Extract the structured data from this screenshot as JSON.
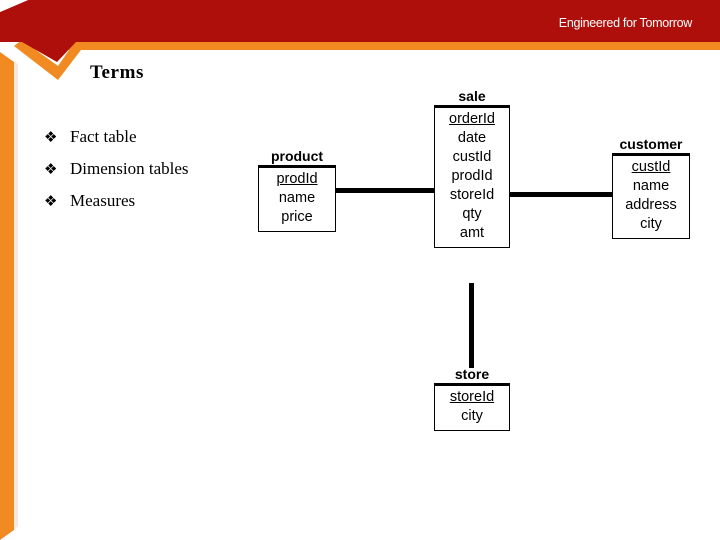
{
  "header": {
    "tagline": "Engineered for Tomorrow",
    "banner_color": "#AE0F0A",
    "accent_color": "#F18A21"
  },
  "title": "Terms",
  "bullets": [
    {
      "marker": "❖",
      "label": "Fact table"
    },
    {
      "marker": "❖",
      "label": "Dimension tables"
    },
    {
      "marker": "❖",
      "label": "Measures"
    }
  ],
  "diagram": {
    "type": "star-schema",
    "tables": [
      {
        "name": "product",
        "fields": [
          {
            "label": "prodId",
            "key": true
          },
          {
            "label": "name",
            "key": false
          },
          {
            "label": "price",
            "key": false
          }
        ]
      },
      {
        "name": "sale",
        "fields": [
          {
            "label": "orderId",
            "key": true
          },
          {
            "label": "date",
            "key": false
          },
          {
            "label": "custId",
            "key": false
          },
          {
            "label": "prodId",
            "key": false
          },
          {
            "label": "storeId",
            "key": false
          },
          {
            "label": "qty",
            "key": false
          },
          {
            "label": "amt",
            "key": false
          }
        ]
      },
      {
        "name": "customer",
        "fields": [
          {
            "label": "custId",
            "key": true
          },
          {
            "label": "name",
            "key": false
          },
          {
            "label": "address",
            "key": false
          },
          {
            "label": "city",
            "key": false
          }
        ]
      },
      {
        "name": "store",
        "fields": [
          {
            "label": "storeId",
            "key": true
          },
          {
            "label": "city",
            "key": false
          }
        ]
      }
    ],
    "relationships": [
      {
        "from": "product",
        "to": "sale"
      },
      {
        "from": "sale",
        "to": "customer"
      },
      {
        "from": "sale",
        "to": "store"
      }
    ]
  }
}
